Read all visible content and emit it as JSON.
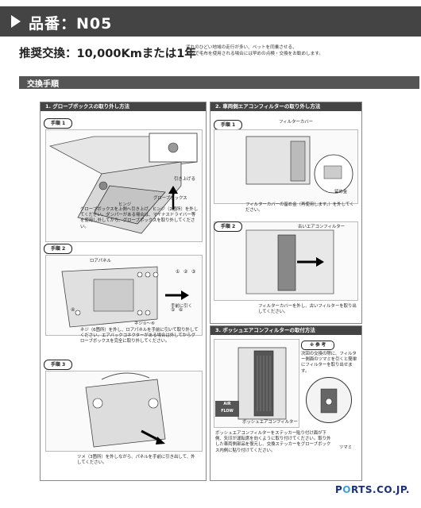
{
  "header": {
    "title": "品番：N05"
  },
  "recommendation": {
    "title": "推奨交換：10,000Kmまたは1年",
    "note_line1": "汚れのひどい地域の走行が多い、ペットを同乗させる、",
    "note_line2": "車内で毛布を使用される場合には早めの点検・交換をお勧めします。"
  },
  "section": {
    "title": "交換手順"
  },
  "panel1": {
    "title": "1.  グローブボックスの取り外し方法",
    "step1": {
      "label": "手順 1",
      "callout_lift": "引き上げる",
      "callout_glovebox": "グローブボックス",
      "callout_hinge": "ヒンジ",
      "desc": "グローブボックスを上側へ引き上げ、ヒンジ（2箇所）を外してください。ダンパーがある場合は、マイナスドライバー等を使用し外してから、グローブボックスを取り外してください。"
    },
    "step2": {
      "label": "手順 2",
      "callout_panel": "ロアパネル",
      "callout_pull": "手前に引く",
      "callout_screws": "ネジ①～⑥",
      "nums": [
        "①",
        "②",
        "③",
        "④",
        "⑤",
        "⑥"
      ],
      "desc": "ネジ（6箇所）を外し、ロアパネルを手前に引いて取り外してください。エアバックコネクターがある場合は外してからグローブボックスを完全に取り外してください。"
    },
    "step3": {
      "label": "手順 3",
      "desc": "ツメ（3箇所）を外しながら、パネルを手前に引き出して、外してください。"
    }
  },
  "panel2": {
    "title": "2.  車両側エアコンフィルターの取り外し方法",
    "step1": {
      "label": "手順 1",
      "callout_cover": "フィルターカバー",
      "callout_latch": "留め金",
      "desc": "フィルターカバーの留め金（再使用します。）を外してください。"
    },
    "step2": {
      "label": "手順 2",
      "callout_old": "古いエアコンフィルター",
      "desc": "フィルターカバーを外し、古いフィルターを取り出してください。"
    }
  },
  "panel3": {
    "title": "3.  ボッシュエアコンフィルターの取付方法",
    "reference": "※ 参 考",
    "reference_text": "次回の交換の際に、フィルター側面のツマミを引くと簡単にフィルターを取り出せます。",
    "callout_knob": "ツマミ",
    "airflow_line1": "AIR",
    "airflow_line2": "FLOW",
    "callout_bosch": "ボッシュエアコンフィルター",
    "desc": "ボッシュエアコンフィルターをステッカー貼り付け面が下側、矢印が運転席を向くように取り付けてください。取り外した車両側部品を復元し、交換ステッカーをグローブボックス内側に貼り付けてください。"
  },
  "footer": {
    "part1": "P",
    "part2": "O",
    "part3": "RTS.CO.JP."
  }
}
